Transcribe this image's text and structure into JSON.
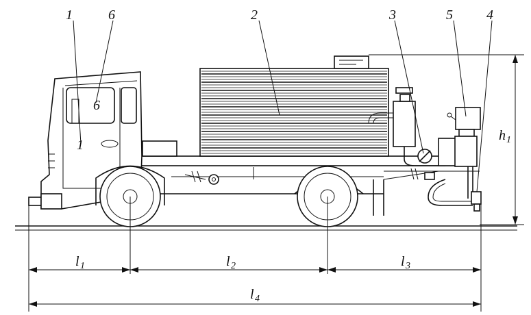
{
  "callouts": {
    "c1": "1",
    "c2": "2",
    "c3": "3",
    "c4": "4",
    "c5": "5",
    "c6": "6"
  },
  "dimensions": {
    "l1": {
      "main": "l",
      "sub": "1"
    },
    "l2": {
      "main": "l",
      "sub": "2"
    },
    "l3": {
      "main": "l",
      "sub": "3"
    },
    "l4": {
      "main": "l",
      "sub": "4"
    },
    "h1": {
      "main": "h",
      "sub": "1"
    }
  }
}
